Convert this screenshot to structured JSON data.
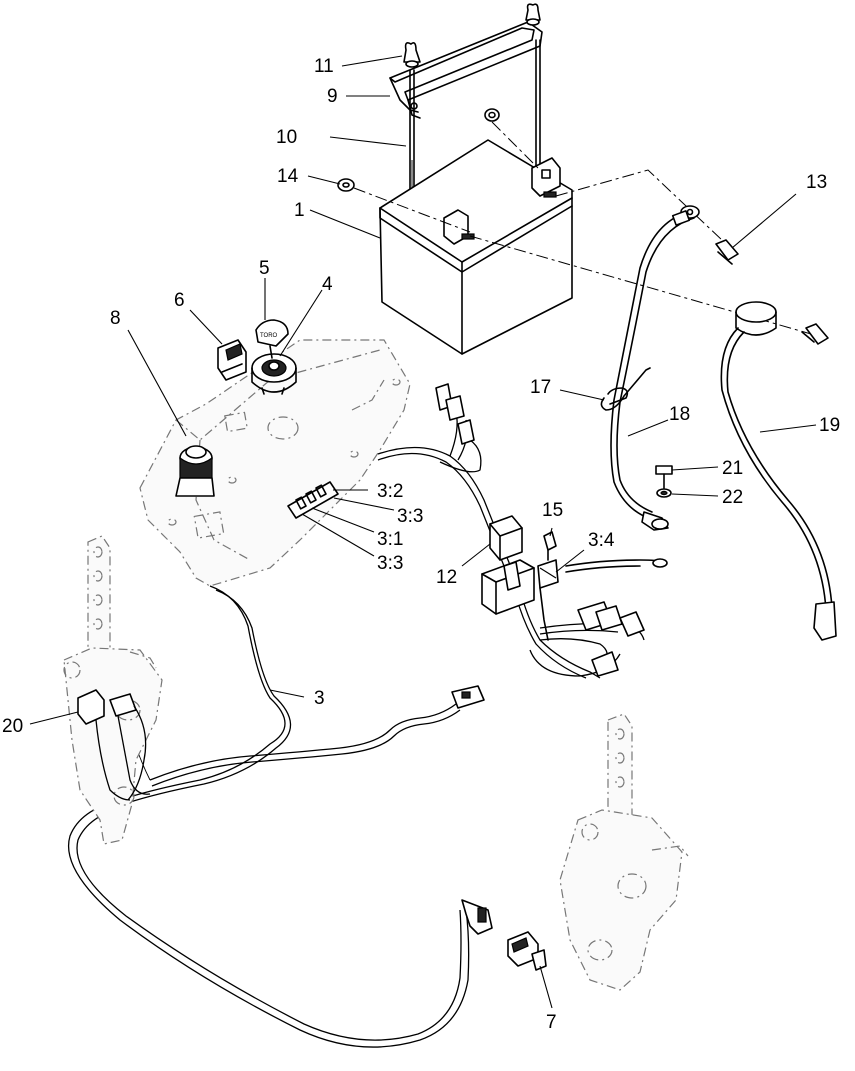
{
  "callouts": {
    "c1": "1",
    "c3": "3",
    "c3_1": "3:1",
    "c3_2": "3:2",
    "c3_3a": "3:3",
    "c3_3b": "3:3",
    "c3_4": "3:4",
    "c4": "4",
    "c5": "5",
    "c6": "6",
    "c7": "7",
    "c8": "8",
    "c9": "9",
    "c10": "10",
    "c11": "11",
    "c12": "12",
    "c13": "13",
    "c14": "14",
    "c15": "15",
    "c17": "17",
    "c18": "18",
    "c19": "19",
    "c20": "20",
    "c21": "21",
    "c22": "22"
  },
  "key_label": "TORO"
}
